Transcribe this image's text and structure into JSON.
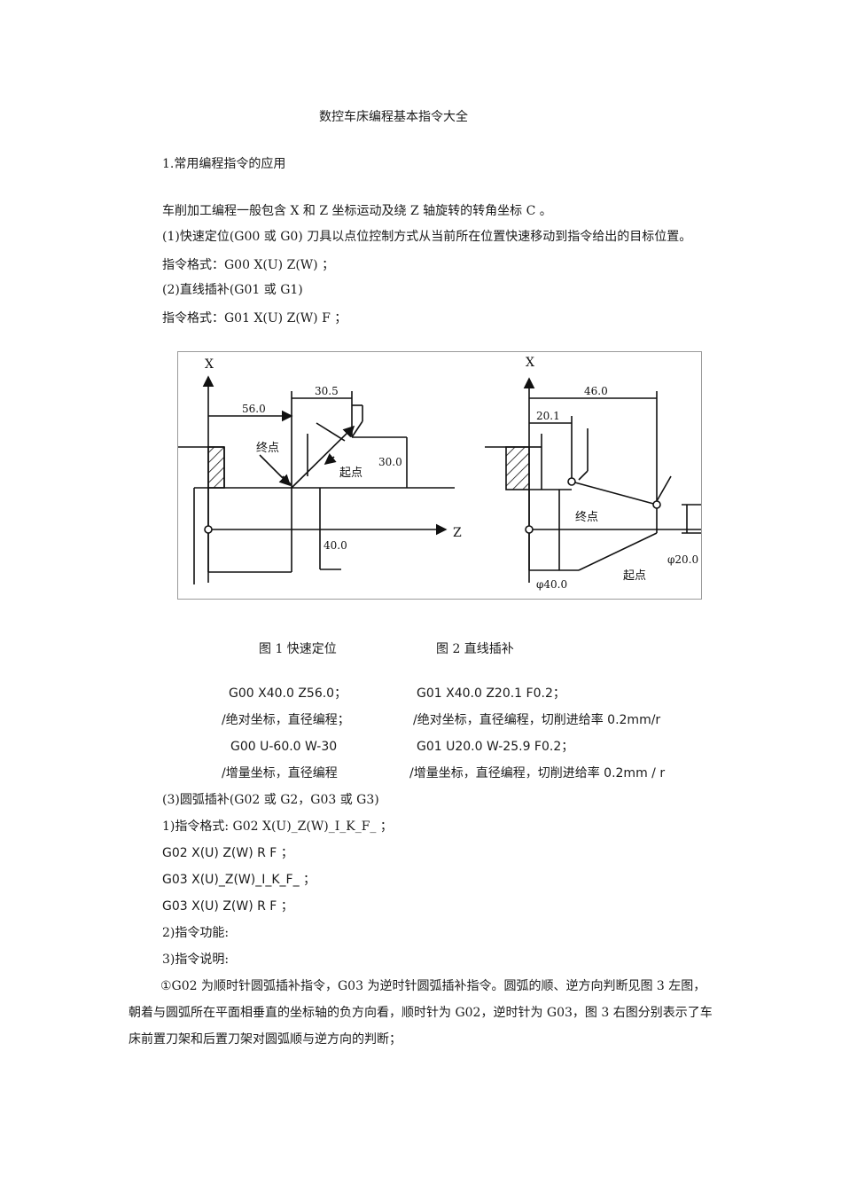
{
  "doc": {
    "title": "数控车床编程基本指令大全",
    "section1": "1.常用编程指令的应用",
    "intro": "车削加工编程一般包含 X 和 Z 坐标运动及绕 Z 轴旋转的转角坐标 C 。",
    "g00_title": "(1)快速定位(G00 或 G0) 刀具以点位控制方式从当前所在位置快速移动到指令给出的目标位置。",
    "g00_format": "指令格式：G00 X(U) Z(W) ；",
    "g01_title": "(2)直线插补(G01 或 G1)",
    "g01_format": "指令格式：G01 X(U) Z(W) F ；"
  },
  "figure": {
    "fig1": {
      "x_axis": "X",
      "z_axis": "Z",
      "dim_56": "56.0",
      "dim_305": "30.5",
      "dim_30": "30.0",
      "dim_40": "40.0",
      "end_label": "终点",
      "start_label": "起点"
    },
    "fig2": {
      "x_axis": "X",
      "dim_46": "46.0",
      "dim_201": "20.1",
      "dim_phi40": "φ40.0",
      "dim_phi20": "φ20.0",
      "end_label": "终点",
      "start_label": "起点"
    }
  },
  "captions": {
    "fig1": "图 1   快速定位",
    "fig2": "图 2   直线插补"
  },
  "examples": {
    "left": [
      "G00 X40.0 Z56.0；",
      "/绝对坐标，直径编程；",
      "G00 U-60.0 W-30",
      "/增量坐标，直径编程"
    ],
    "right": [
      "G01 X40.0 Z20.1 F0.2；",
      "/绝对坐标，直径编程，切削进给率 0.2mm/r",
      "G01 U20.0 W-25.9 F0.2；",
      "/增量坐标，直径编程，切削进给率 0.2mm / r"
    ]
  },
  "arc": {
    "title": "(3)圆弧插补(G02 或 G2，G03 或 G3)",
    "fmt1": "1)指令格式: G02 X(U)_Z(W)_I_K_F_ ；",
    "fmt2": "G02 X(U) Z(W) R F ；",
    "fmt3": "G03 X(U)_Z(W)_I_K_F_ ；",
    "fmt4": "G03 X(U) Z(W) R F ；",
    "func": "2)指令功能:",
    "desc": "3)指令说明:",
    "para": "①G02 为顺时针圆弧插补指令，G03 为逆时针圆弧插补指令。圆弧的顺、逆方向判断见图 3 左图，朝着与圆弧所在平面相垂直的坐标轴的负方向看，顺时针为 G02，逆时针为 G03，图 3 右图分别表示了车床前置刀架和后置刀架对圆弧顺与逆方向的判断；"
  }
}
